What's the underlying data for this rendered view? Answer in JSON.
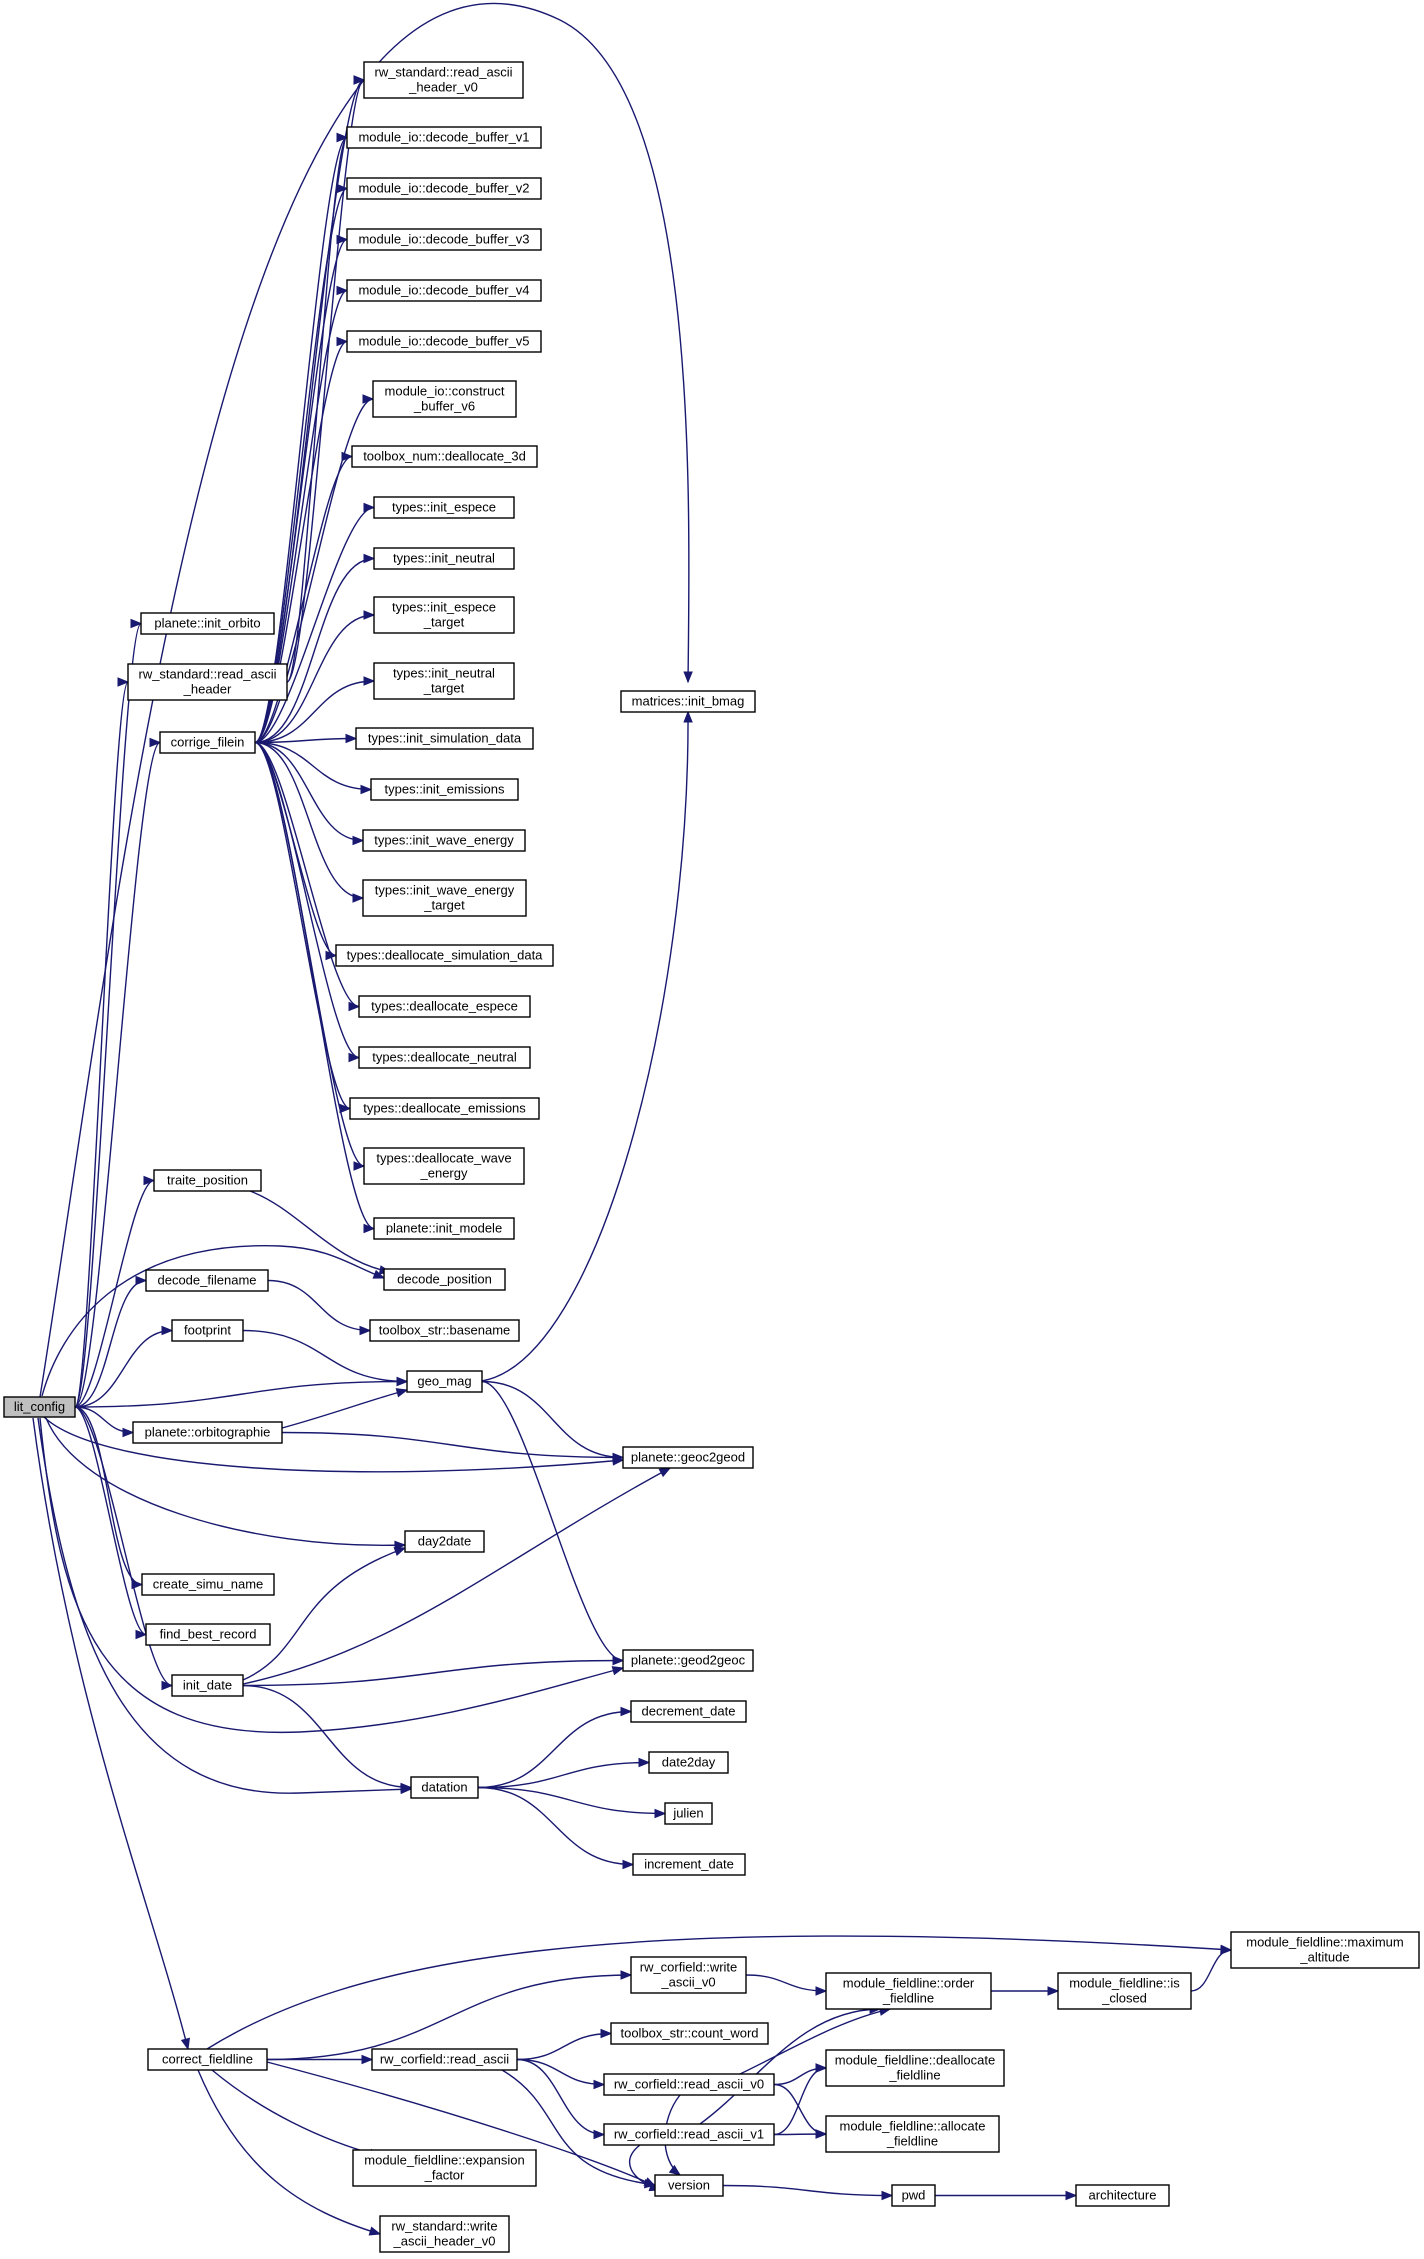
{
  "colors": {
    "edge": "#191970",
    "root_fill": "#bfbfbf",
    "node_fill": "#ffffff"
  },
  "nodes": {
    "lit_config": [
      "lit_config"
    ],
    "read_ascii_header_v0": [
      "rw_standard::read_ascii",
      "_header_v0"
    ],
    "decode_buffer_v1": [
      "module_io::decode_buffer_v1"
    ],
    "decode_buffer_v2": [
      "module_io::decode_buffer_v2"
    ],
    "decode_buffer_v3": [
      "module_io::decode_buffer_v3"
    ],
    "decode_buffer_v4": [
      "module_io::decode_buffer_v4"
    ],
    "decode_buffer_v5": [
      "module_io::decode_buffer_v5"
    ],
    "construct_buffer_v6": [
      "module_io::construct",
      "_buffer_v6"
    ],
    "deallocate_3d": [
      "toolbox_num::deallocate_3d"
    ],
    "init_espece": [
      "types::init_espece"
    ],
    "init_neutral": [
      "types::init_neutral"
    ],
    "init_espece_target": [
      "types::init_espece",
      "_target"
    ],
    "init_neutral_target": [
      "types::init_neutral",
      "_target"
    ],
    "init_simulation_data": [
      "types::init_simulation_data"
    ],
    "init_emissions": [
      "types::init_emissions"
    ],
    "init_wave_energy": [
      "types::init_wave_energy"
    ],
    "init_wave_energy_target": [
      "types::init_wave_energy",
      "_target"
    ],
    "deallocate_simulation_data": [
      "types::deallocate_simulation_data"
    ],
    "deallocate_espece": [
      "types::deallocate_espece"
    ],
    "deallocate_neutral": [
      "types::deallocate_neutral"
    ],
    "deallocate_emissions": [
      "types::deallocate_emissions"
    ],
    "deallocate_wave_energy": [
      "types::deallocate_wave",
      "_energy"
    ],
    "init_modele": [
      "planete::init_modele"
    ],
    "init_orbito": [
      "planete::init_orbito"
    ],
    "read_ascii_header": [
      "rw_standard::read_ascii",
      "_header"
    ],
    "corrige_filein": [
      "corrige_filein"
    ],
    "init_bmag": [
      "matrices::init_bmag"
    ],
    "traite_position": [
      "traite_position"
    ],
    "decode_position": [
      "decode_position"
    ],
    "decode_filename": [
      "decode_filename"
    ],
    "basename": [
      "toolbox_str::basename"
    ],
    "footprint": [
      "footprint"
    ],
    "geo_mag": [
      "geo_mag"
    ],
    "orbitographie": [
      "planete::orbitographie"
    ],
    "geoc2geod": [
      "planete::geoc2geod"
    ],
    "day2date": [
      "day2date"
    ],
    "create_simu_name": [
      "create_simu_name"
    ],
    "find_best_record": [
      "find_best_record"
    ],
    "init_date": [
      "init_date"
    ],
    "geod2geoc": [
      "planete::geod2geoc"
    ],
    "decrement_date": [
      "decrement_date"
    ],
    "date2day": [
      "date2day"
    ],
    "datation": [
      "datation"
    ],
    "julien": [
      "julien"
    ],
    "increment_date": [
      "increment_date"
    ],
    "maximum_altitude": [
      "module_fieldline::maximum",
      "_altitude"
    ],
    "write_ascii_v0": [
      "rw_corfield::write",
      "_ascii_v0"
    ],
    "order_fieldline": [
      "module_fieldline::order",
      "_fieldline"
    ],
    "is_closed": [
      "module_fieldline::is",
      "_closed"
    ],
    "count_word": [
      "toolbox_str::count_word"
    ],
    "correct_fieldline": [
      "correct_fieldline"
    ],
    "cf_read_ascii": [
      "rw_corfield::read_ascii"
    ],
    "read_ascii_v0": [
      "rw_corfield::read_ascii_v0"
    ],
    "deallocate_fieldline": [
      "module_fieldline::deallocate",
      "_fieldline"
    ],
    "read_ascii_v1": [
      "rw_corfield::read_ascii_v1"
    ],
    "allocate_fieldline": [
      "module_fieldline::allocate",
      "_fieldline"
    ],
    "expansion_factor": [
      "module_fieldline::expansion",
      "_factor"
    ],
    "version": [
      "version"
    ],
    "pwd": [
      "pwd"
    ],
    "architecture": [
      "architecture"
    ],
    "write_ascii_header_v0": [
      "rw_standard::write",
      "_ascii_header_v0"
    ]
  },
  "edges": [
    [
      "lit_config",
      "init_bmag"
    ],
    [
      "lit_config",
      "init_orbito"
    ],
    [
      "lit_config",
      "read_ascii_header"
    ],
    [
      "lit_config",
      "corrige_filein"
    ],
    [
      "lit_config",
      "traite_position"
    ],
    [
      "lit_config",
      "decode_position"
    ],
    [
      "lit_config",
      "decode_filename"
    ],
    [
      "lit_config",
      "footprint"
    ],
    [
      "lit_config",
      "geo_mag"
    ],
    [
      "lit_config",
      "orbitographie"
    ],
    [
      "lit_config",
      "geoc2geod"
    ],
    [
      "lit_config",
      "day2date"
    ],
    [
      "lit_config",
      "create_simu_name"
    ],
    [
      "lit_config",
      "find_best_record"
    ],
    [
      "lit_config",
      "init_date"
    ],
    [
      "lit_config",
      "geod2geoc"
    ],
    [
      "lit_config",
      "datation"
    ],
    [
      "lit_config",
      "correct_fieldline"
    ],
    [
      "read_ascii_header",
      "read_ascii_header_v0"
    ],
    [
      "read_ascii_header",
      "decode_buffer_v1"
    ],
    [
      "corrige_filein",
      "read_ascii_header_v0"
    ],
    [
      "corrige_filein",
      "decode_buffer_v1"
    ],
    [
      "corrige_filein",
      "decode_buffer_v2"
    ],
    [
      "corrige_filein",
      "decode_buffer_v3"
    ],
    [
      "corrige_filein",
      "decode_buffer_v4"
    ],
    [
      "corrige_filein",
      "decode_buffer_v5"
    ],
    [
      "corrige_filein",
      "construct_buffer_v6"
    ],
    [
      "corrige_filein",
      "deallocate_3d"
    ],
    [
      "corrige_filein",
      "init_espece"
    ],
    [
      "corrige_filein",
      "init_neutral"
    ],
    [
      "corrige_filein",
      "init_espece_target"
    ],
    [
      "corrige_filein",
      "init_neutral_target"
    ],
    [
      "corrige_filein",
      "init_simulation_data"
    ],
    [
      "corrige_filein",
      "init_emissions"
    ],
    [
      "corrige_filein",
      "init_wave_energy"
    ],
    [
      "corrige_filein",
      "init_wave_energy_target"
    ],
    [
      "corrige_filein",
      "deallocate_simulation_data"
    ],
    [
      "corrige_filein",
      "deallocate_espece"
    ],
    [
      "corrige_filein",
      "deallocate_neutral"
    ],
    [
      "corrige_filein",
      "deallocate_emissions"
    ],
    [
      "corrige_filein",
      "deallocate_wave_energy"
    ],
    [
      "corrige_filein",
      "init_modele"
    ],
    [
      "traite_position",
      "decode_position"
    ],
    [
      "decode_filename",
      "basename"
    ],
    [
      "footprint",
      "geo_mag"
    ],
    [
      "geo_mag",
      "init_bmag"
    ],
    [
      "geo_mag",
      "geoc2geod"
    ],
    [
      "geo_mag",
      "geod2geoc"
    ],
    [
      "orbitographie",
      "geo_mag"
    ],
    [
      "orbitographie",
      "geoc2geod"
    ],
    [
      "init_date",
      "day2date"
    ],
    [
      "init_date",
      "geoc2geod"
    ],
    [
      "init_date",
      "geod2geoc"
    ],
    [
      "init_date",
      "datation"
    ],
    [
      "datation",
      "decrement_date"
    ],
    [
      "datation",
      "date2day"
    ],
    [
      "datation",
      "julien"
    ],
    [
      "datation",
      "increment_date"
    ],
    [
      "correct_fieldline",
      "maximum_altitude"
    ],
    [
      "correct_fieldline",
      "write_ascii_v0"
    ],
    [
      "correct_fieldline",
      "cf_read_ascii"
    ],
    [
      "correct_fieldline",
      "expansion_factor"
    ],
    [
      "correct_fieldline",
      "write_ascii_header_v0"
    ],
    [
      "correct_fieldline",
      "version"
    ],
    [
      "write_ascii_v0",
      "order_fieldline"
    ],
    [
      "order_fieldline",
      "is_closed"
    ],
    [
      "is_closed",
      "maximum_altitude"
    ],
    [
      "cf_read_ascii",
      "count_word"
    ],
    [
      "cf_read_ascii",
      "read_ascii_v0"
    ],
    [
      "cf_read_ascii",
      "read_ascii_v1"
    ],
    [
      "cf_read_ascii",
      "version"
    ],
    [
      "read_ascii_v0",
      "order_fieldline"
    ],
    [
      "read_ascii_v0",
      "deallocate_fieldline"
    ],
    [
      "read_ascii_v0",
      "allocate_fieldline"
    ],
    [
      "read_ascii_v0",
      "version"
    ],
    [
      "read_ascii_v1",
      "order_fieldline"
    ],
    [
      "read_ascii_v1",
      "deallocate_fieldline"
    ],
    [
      "read_ascii_v1",
      "allocate_fieldline"
    ],
    [
      "read_ascii_v1",
      "version"
    ],
    [
      "version",
      "pwd"
    ],
    [
      "pwd",
      "architecture"
    ]
  ]
}
